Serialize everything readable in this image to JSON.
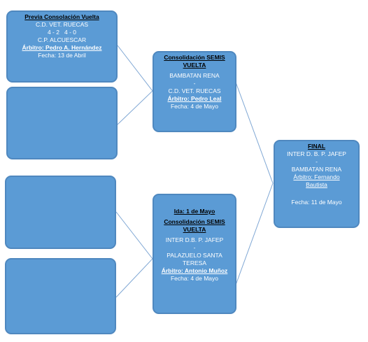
{
  "previa": {
    "title": "Previa Consolación Vuelta",
    "team1": "C.D. VET. RUECAS",
    "score1": "4 - 2   4 - 0",
    "team2": "C.P. ALCUESCAR",
    "referee": "Árbitro: Pedro A. Hernández",
    "date": "Fecha: 13 de Abril"
  },
  "semi1": {
    "title_l1": "Consolidación SEMIS",
    "title_l2": "VUELTA",
    "team1": "BAMBATAN RENA",
    "sep": "-",
    "team2": "C.D. VET. RUECAS",
    "referee": "Árbitro: Pedro Leal",
    "date": "Fecha: 4 de Mayo"
  },
  "semi2": {
    "ida": "Ida: 1 de Mayo",
    "title_l1": "Consolidación SEMIS",
    "title_l2": "VUELTA",
    "team1": "INTER D.B. P. JAFEP",
    "sep": "-",
    "team2_l1": "PALAZUELO SANTA",
    "team2_l2": "TERESA",
    "referee": "Árbitro: Antonio Muñoz",
    "date": "Fecha: 4 de Mayo"
  },
  "final": {
    "title": "FINAL",
    "team1": "INTER D. B. P. JAFEP",
    "sep": "-",
    "team2": "BAMBATAN RENA",
    "referee_l1": "Árbitro: Fernando",
    "referee_l2": "Bautista",
    "date": "Fecha: 11 de Mayo"
  },
  "colors": {
    "box_fill": "#5b9bd5",
    "box_border": "#4f88bf",
    "connector": "#7fa7d4"
  }
}
